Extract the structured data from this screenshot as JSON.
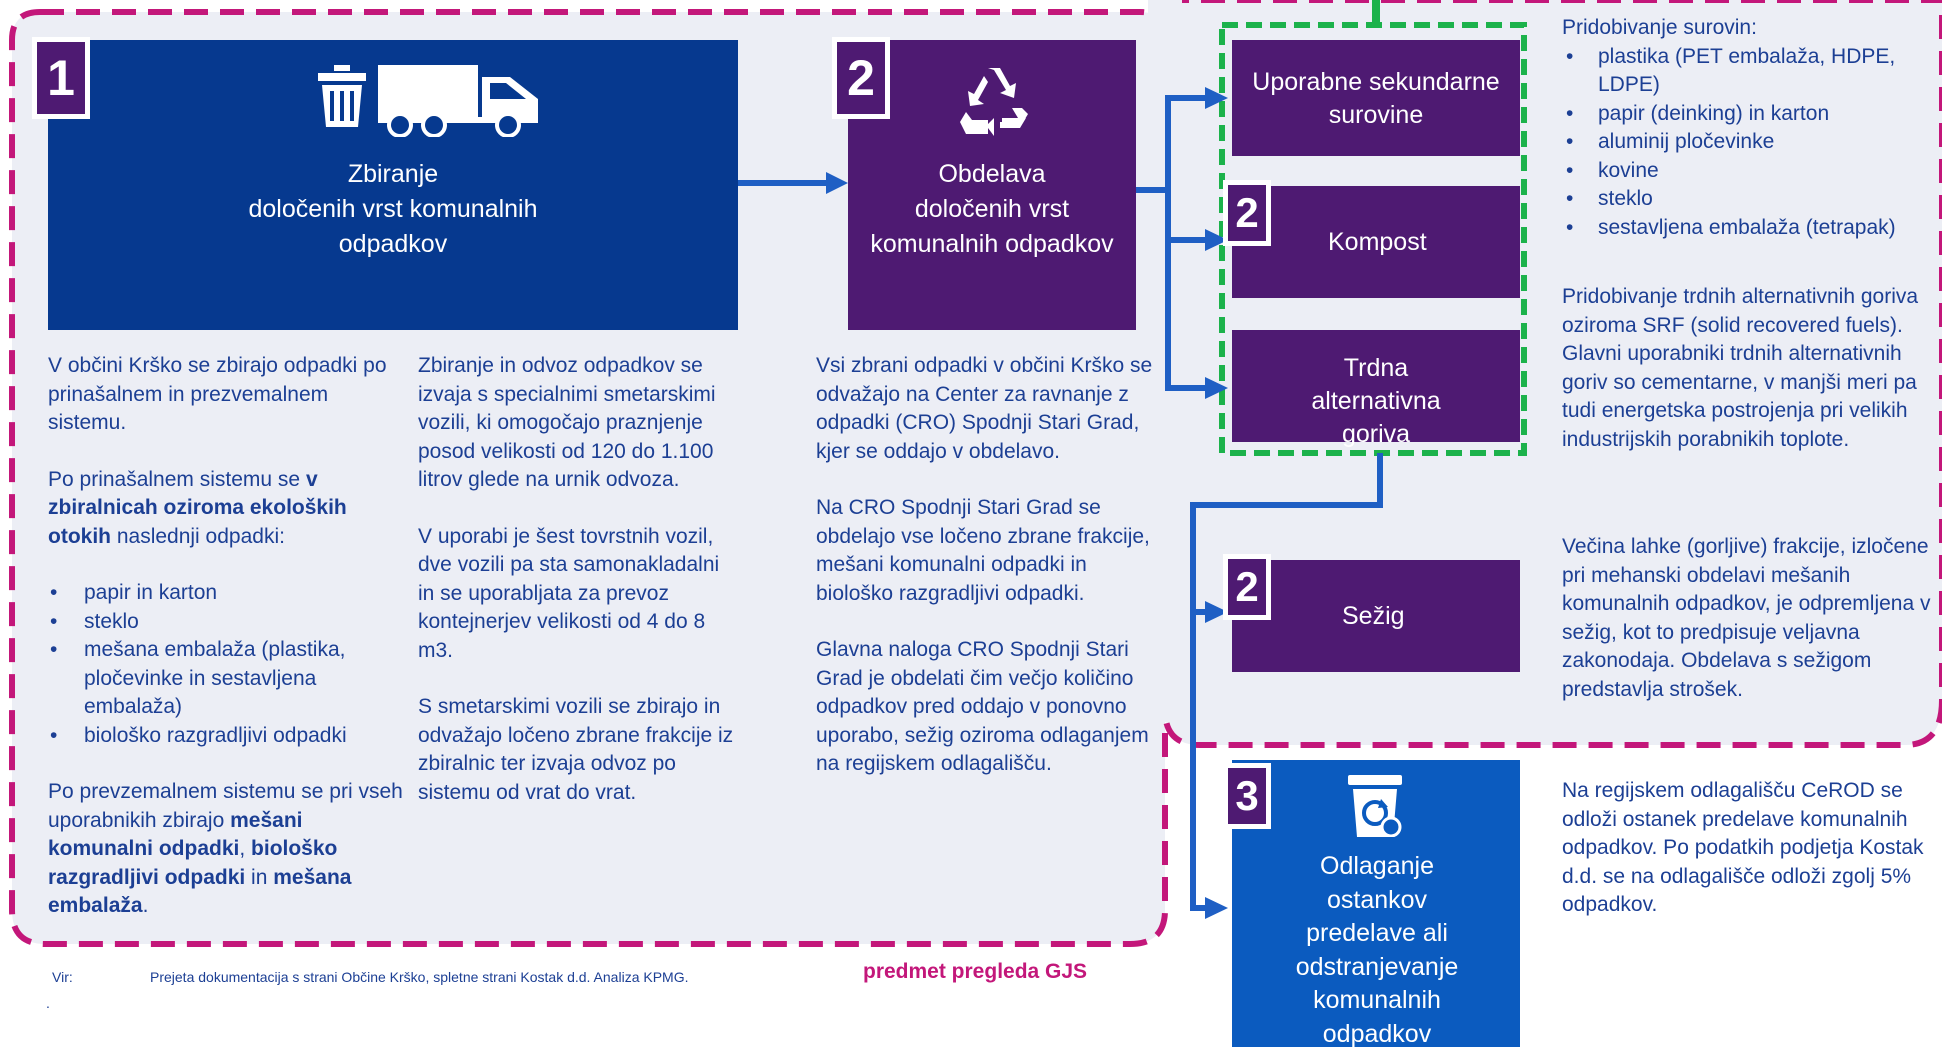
{
  "colors": {
    "navy": "#06398f",
    "purple": "#4e1a72",
    "blue": "#0b5bbf",
    "magenta_dash": "#c3177a",
    "green_dash": "#1cb24b",
    "arrow": "#1f5fc4",
    "panel_bg": "#eceef5",
    "text": "#1c3f94"
  },
  "step1": {
    "number": "1",
    "title_lines": [
      "Zbiranje",
      "določenih vrst komunalnih",
      "odpadkov"
    ],
    "icons": [
      "trash-bin-icon",
      "truck-icon"
    ]
  },
  "step2": {
    "number": "2",
    "title_lines": [
      "Obdelava",
      "določenih vrst",
      "komunalnih odpadkov"
    ],
    "icon": "recycle-icon"
  },
  "col1": {
    "p1": "V občini Krško se zbirajo odpadki po prinašalnem in prezvemalnem sistemu.",
    "p2_pre": "Po prinašalnem sistemu se ",
    "p2_bold": "v zbiralnicah oziroma ekoloških otokih",
    "p2_post": " naslednji odpadki:",
    "list": [
      "papir in karton",
      "steklo",
      "mešana embalaža (plastika, pločevinke in sestavljena embalaža)",
      "biološko razgradljivi odpadki"
    ],
    "p3_pre": "Po prevzemalnem sistemu se pri vseh uporabnikih zbirajo ",
    "p3_b1": "mešani komunalni odpadki",
    "p3_s1": ", ",
    "p3_b2": "biološko razgradljivi odpadki",
    "p3_s2": " in ",
    "p3_b3": "mešana embalaža",
    "p3_end": "."
  },
  "col2": {
    "p1": "Zbiranje in odvoz odpadkov se izvaja s specialnimi smetarskimi vozili, ki omogočajo praznjenje posod velikosti od 120 do 1.100 litrov glede na urnik odvoza.",
    "p2": "V uporabi je šest tovrstnih vozil, dve vozili pa sta samonakladalni in se uporabljata za prevoz kontejnerjev velikosti od 4 do 8 m3.",
    "p3": "S smetarskimi vozili se zbirajo in odvažajo ločeno zbrane frakcije iz zbiralnic ter izvaja odvoz po sistemu od vrat do vrat."
  },
  "col3": {
    "p1": "Vsi zbrani odpadki v občini Krško se odvažajo na Center za ravnanje z odpadki (CRO) Spodnji Stari Grad, kjer se oddajo v obdelavo.",
    "p2": "Na CRO Spodnji Stari Grad se obdelajo vse ločeno zbrane frakcije, mešani komunalni odpadki in biološko razgradljivi odpadki.",
    "p3": "Glavna naloga CRO Spodnji Stari Grad je obdelati čim večjo količino odpadkov pred oddajo v ponovno uporabo, sežig oziroma odlaganjem na regijskem odlagališču."
  },
  "outputs": {
    "secondary": "Uporabne sekundarne surovine",
    "compost_num": "2",
    "compost": "Kompost",
    "srf": "Trdna alternativna goriva",
    "incin_num": "2",
    "incin": "Sežig",
    "disposal_num": "3",
    "disposal": "Odlaganje ostankov predelave ali odstranjevanje komunalnih odpadkov",
    "disposal_icon": "disposal-bin-icon"
  },
  "right": {
    "raw_title": "Pridobivanje surovin:",
    "raw_list": [
      "plastika (PET embalaža, HDPE, LDPE)",
      "papir (deinking) in karton",
      "aluminij pločevinke",
      "kovine",
      "steklo",
      "sestavljena embalaža (tetrapak)"
    ],
    "srf_text": "Pridobivanje trdnih alternativnih goriva oziroma SRF (solid recovered fuels). Glavni uporabniki trdnih alternativnih goriv so cementarne, v manjši meri pa tudi energetska postrojenja pri velikih industrijskih porabnikih toplote.",
    "incin_text": "Večina lahke (gorljive) frakcije, izločene pri mehanski obdelavi mešanih komunalnih odpadkov, je odpremljena v sežig, kot to predpisuje veljavna zakonodaja. Obdelava s sežigom predstavlja strošek.",
    "disposal_text": "Na regijskem odlagališču CeROD se odloži ostanek predelave komunalnih odpadkov. Po podatkih podjetja Kostak d.d. se na odlagališče odloži zgolj 5% odpadkov."
  },
  "footer": {
    "source_label": "Vir:",
    "source_text": "Prejeta dokumentacija s strani Občine Krško, spletne strani Kostak d.d. Analiza KPMG.",
    "dot": ".",
    "scope_label": "predmet pregleda GJS"
  }
}
